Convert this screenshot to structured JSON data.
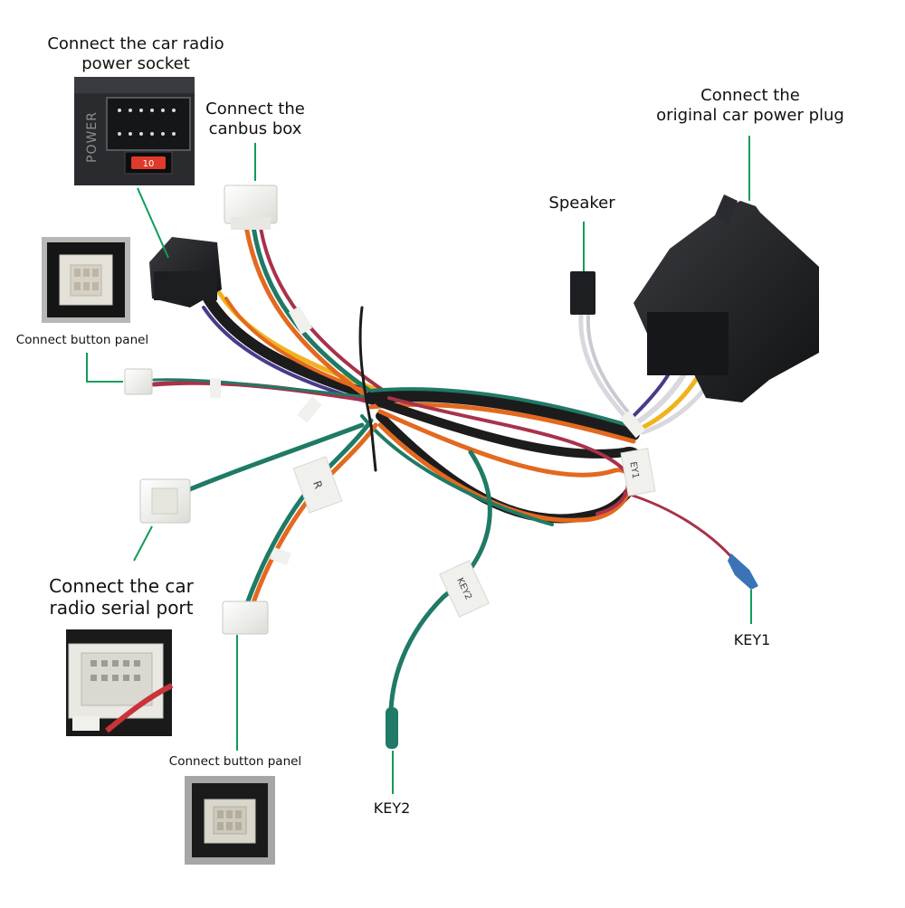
{
  "labels": {
    "radio_power": "Connect the car radio\npower socket",
    "canbus": "Connect the\ncanbus box",
    "original_power": "Connect the\noriginal car power plug",
    "speaker": "Speaker",
    "button_panel_1": "Connect button panel",
    "serial_port": "Connect the car\nradio  serial port",
    "button_panel_2": "Connect button panel",
    "key1": "KEY1",
    "key2": "KEY2"
  },
  "connector_text": {
    "power_side": "POWER",
    "fuse": "10",
    "tag_r": "R",
    "tag_key1": "EY1",
    "tag_key2": "KEY2"
  },
  "colors": {
    "leader": "#0f9d58",
    "wire_green": "#1f7a66",
    "wire_orange": "#e3691f",
    "wire_red": "#a8324a",
    "wire_black": "#1c1c1c",
    "wire_white": "#d8d8de",
    "wire_yellow": "#f2b21b",
    "wire_purple": "#4a3a8c",
    "connector_black": "#1d1e22",
    "connector_white": "#f4f4f1",
    "key1_tip": "#3b73b9",
    "key2_tip": "#1f7a66"
  }
}
